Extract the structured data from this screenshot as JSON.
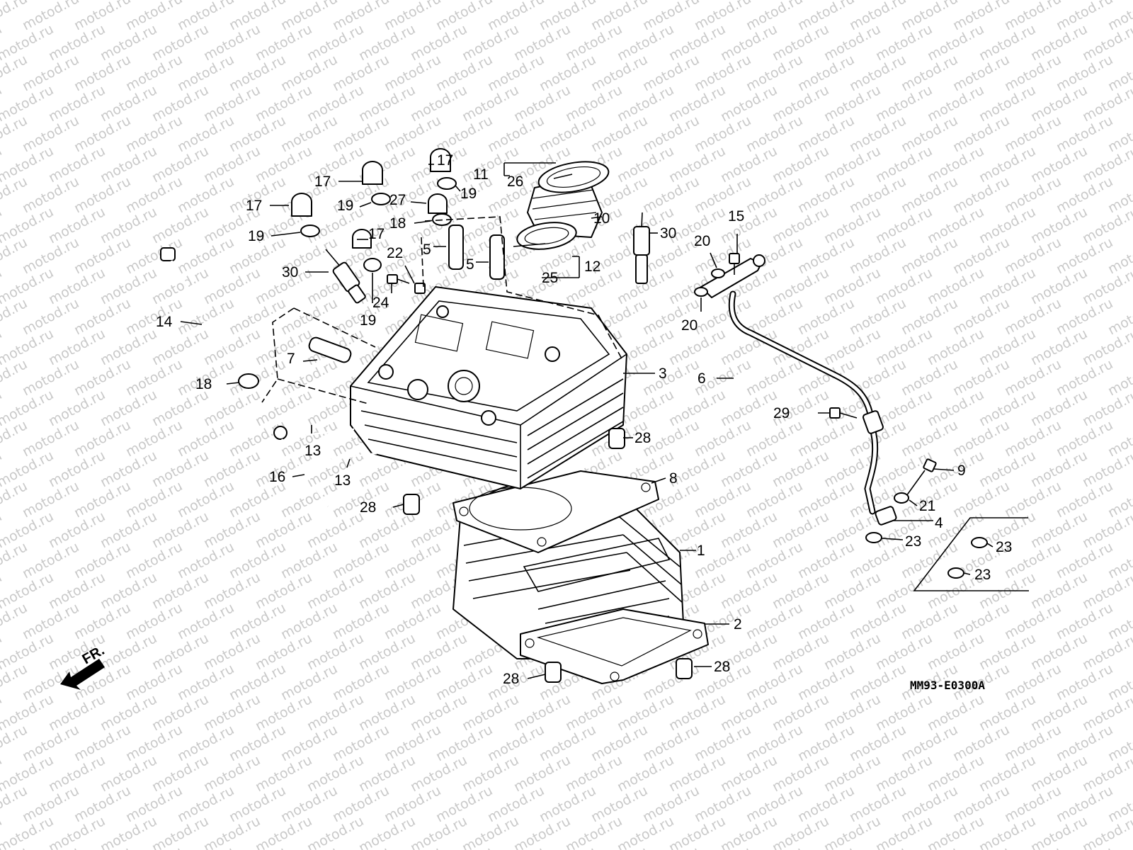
{
  "watermark": {
    "text": "motod.ru"
  },
  "diagram_code": "MM93-E0300A",
  "direction_label": "FR.",
  "callouts": [
    {
      "id": "c1",
      "num": "1"
    },
    {
      "id": "c2",
      "num": "2"
    },
    {
      "id": "c3",
      "num": "3"
    },
    {
      "id": "c4",
      "num": "4"
    },
    {
      "id": "c5a",
      "num": "5"
    },
    {
      "id": "c5b",
      "num": "5"
    },
    {
      "id": "c6",
      "num": "6"
    },
    {
      "id": "c7",
      "num": "7"
    },
    {
      "id": "c8",
      "num": "8"
    },
    {
      "id": "c9",
      "num": "9"
    },
    {
      "id": "c10",
      "num": "10"
    },
    {
      "id": "c11",
      "num": "11"
    },
    {
      "id": "c12",
      "num": "12"
    },
    {
      "id": "c13a",
      "num": "13"
    },
    {
      "id": "c13b",
      "num": "13"
    },
    {
      "id": "c14",
      "num": "14"
    },
    {
      "id": "c15",
      "num": "15"
    },
    {
      "id": "c16",
      "num": "16"
    },
    {
      "id": "c17a",
      "num": "17"
    },
    {
      "id": "c17b",
      "num": "17"
    },
    {
      "id": "c17c",
      "num": "17"
    },
    {
      "id": "c17d",
      "num": "17"
    },
    {
      "id": "c18a",
      "num": "18"
    },
    {
      "id": "c18b",
      "num": "18"
    },
    {
      "id": "c19a",
      "num": "19"
    },
    {
      "id": "c19b",
      "num": "19"
    },
    {
      "id": "c19c",
      "num": "19"
    },
    {
      "id": "c19d",
      "num": "19"
    },
    {
      "id": "c20a",
      "num": "20"
    },
    {
      "id": "c20b",
      "num": "20"
    },
    {
      "id": "c21",
      "num": "21"
    },
    {
      "id": "c22",
      "num": "22"
    },
    {
      "id": "c23a",
      "num": "23"
    },
    {
      "id": "c23b",
      "num": "23"
    },
    {
      "id": "c23c",
      "num": "23"
    },
    {
      "id": "c24",
      "num": "24"
    },
    {
      "id": "c25",
      "num": "25"
    },
    {
      "id": "c26",
      "num": "26"
    },
    {
      "id": "c27",
      "num": "27"
    },
    {
      "id": "c28a",
      "num": "28"
    },
    {
      "id": "c28b",
      "num": "28"
    },
    {
      "id": "c28c",
      "num": "28"
    },
    {
      "id": "c28d",
      "num": "28"
    },
    {
      "id": "c29",
      "num": "29"
    },
    {
      "id": "c30a",
      "num": "30"
    },
    {
      "id": "c30b",
      "num": "30"
    }
  ]
}
